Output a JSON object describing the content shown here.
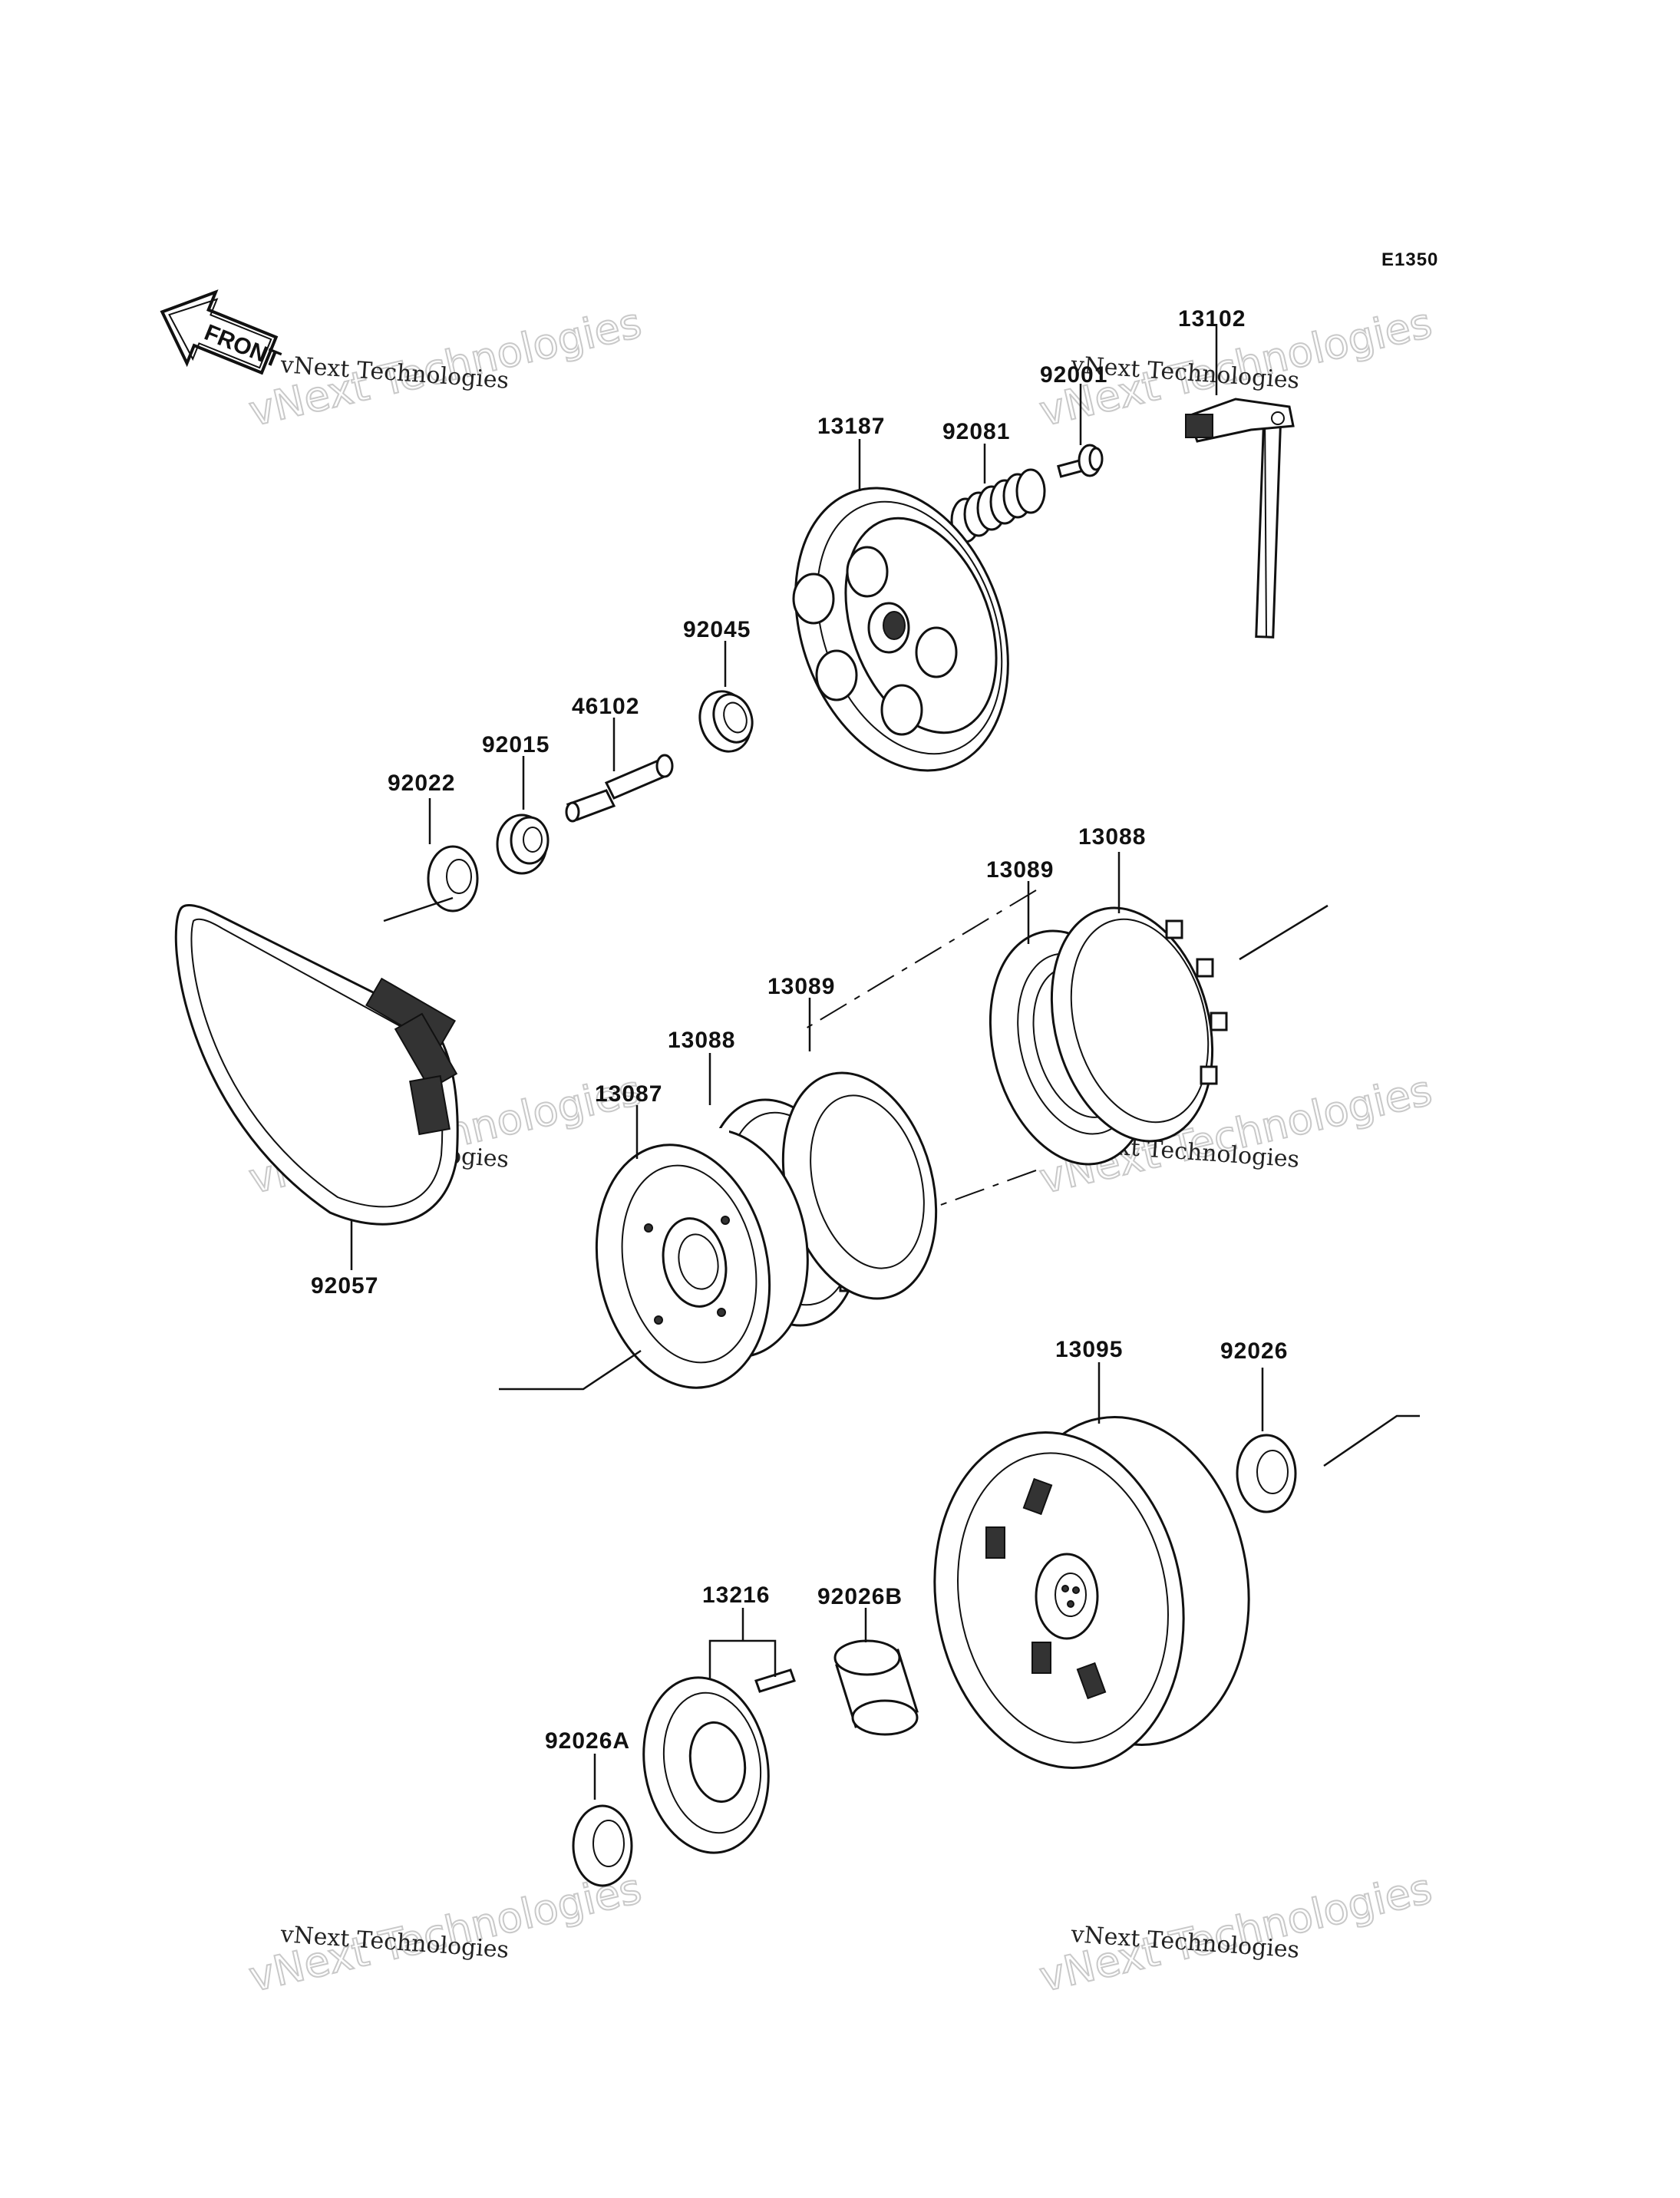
{
  "diagram_code": "E1350",
  "front_label": "FRONT",
  "watermark": {
    "line1": "vNext Technologies",
    "line2": "vNext Technologies"
  },
  "parts": [
    {
      "id": "13102",
      "label": "13102"
    },
    {
      "id": "92001",
      "label": "92001"
    },
    {
      "id": "92081",
      "label": "92081"
    },
    {
      "id": "13187",
      "label": "13187"
    },
    {
      "id": "92045",
      "label": "92045"
    },
    {
      "id": "46102",
      "label": "46102"
    },
    {
      "id": "92015",
      "label": "92015"
    },
    {
      "id": "92022",
      "label": "92022"
    },
    {
      "id": "13088-a",
      "label": "13088"
    },
    {
      "id": "13089-a",
      "label": "13089"
    },
    {
      "id": "13089-b",
      "label": "13089"
    },
    {
      "id": "13088-b",
      "label": "13088"
    },
    {
      "id": "13087",
      "label": "13087"
    },
    {
      "id": "92057",
      "label": "92057"
    },
    {
      "id": "13095",
      "label": "13095"
    },
    {
      "id": "92026",
      "label": "92026"
    },
    {
      "id": "13216",
      "label": "13216"
    },
    {
      "id": "92026B",
      "label": "92026B"
    },
    {
      "id": "92026A",
      "label": "92026A"
    }
  ]
}
